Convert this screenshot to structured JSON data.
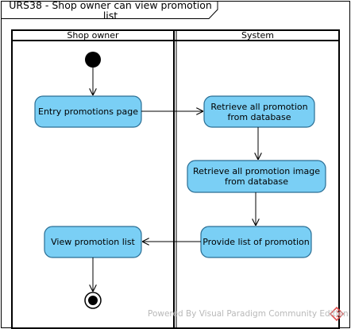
{
  "frame": {
    "title": "URS38 - Shop owner can view promotion list"
  },
  "lanes": [
    {
      "id": "shop_owner",
      "label": "Shop owner"
    },
    {
      "id": "system",
      "label": "System"
    }
  ],
  "actions": [
    {
      "id": "entry",
      "lane": "shop_owner",
      "label": "Entry promotions page"
    },
    {
      "id": "retrieve_all",
      "lane": "system",
      "label": "Retrieve all promotion\nfrom database"
    },
    {
      "id": "retrieve_images",
      "lane": "system",
      "label": "Retrieve all promotion image\nfrom database"
    },
    {
      "id": "provide_list",
      "lane": "system",
      "label": "Provide list of promotion"
    },
    {
      "id": "view_list",
      "lane": "shop_owner",
      "label": "View promotion list"
    }
  ],
  "flows": [
    {
      "from": "initial",
      "to": "entry"
    },
    {
      "from": "entry",
      "to": "retrieve_all"
    },
    {
      "from": "retrieve_all",
      "to": "retrieve_images"
    },
    {
      "from": "retrieve_images",
      "to": "provide_list"
    },
    {
      "from": "provide_list",
      "to": "view_list"
    },
    {
      "from": "view_list",
      "to": "final"
    }
  ],
  "watermark": "Powered By Visual Paradigm Community Edition",
  "colors": {
    "action_fill": "#7ACFF5",
    "action_stroke": "#2A6E94",
    "line": "#000000",
    "watermark_icon": "#e05050"
  }
}
